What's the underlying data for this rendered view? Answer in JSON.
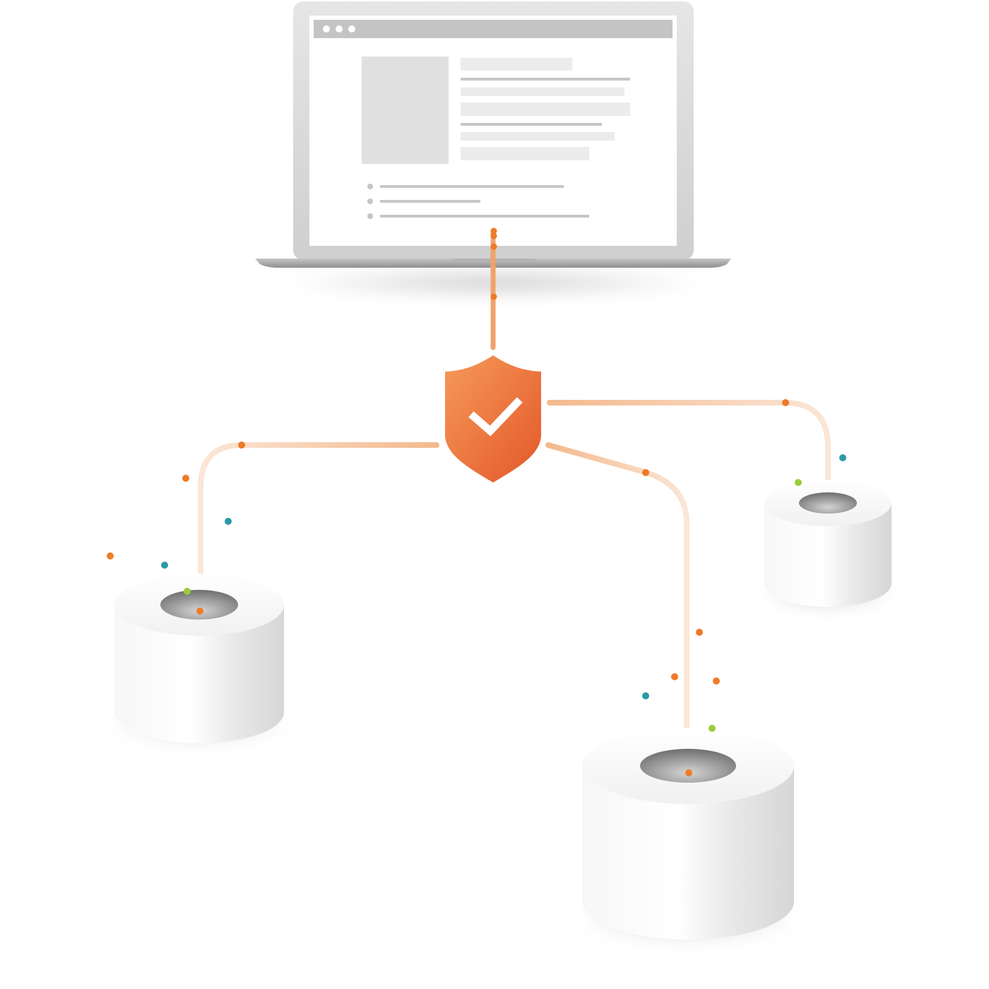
{
  "diagram": {
    "description_free": true,
    "colors": {
      "background": "#ffffff",
      "laptop_frame": "#dcdcdc",
      "laptop_bezel": "#c9c9c9",
      "screen": "#ffffff",
      "browser_bar": "#c3c3c3",
      "placeholder": "#e3e3e3",
      "placeholder_line": "#c4c4c4",
      "connector": "#f3b98d",
      "connector_dot": "#ee7a2a",
      "shield_top": "#f39452",
      "shield_bottom": "#e8622c",
      "check": "#ffffff",
      "cylinder_light": "#ffffff",
      "cylinder_shade": "#e2e2e2",
      "cylinder_hole": "#7d7d7d",
      "particle_teal": "#2a9aa8",
      "particle_green": "#9acc3a",
      "particle_orange": "#f07c28"
    },
    "nodes": [
      {
        "id": "laptop",
        "kind": "laptop-with-browser"
      },
      {
        "id": "gateway",
        "kind": "shield-check-icon"
      },
      {
        "id": "db-left",
        "kind": "database-cylinder"
      },
      {
        "id": "db-bottom",
        "kind": "database-cylinder"
      },
      {
        "id": "db-right",
        "kind": "database-cylinder"
      }
    ],
    "edges": [
      {
        "from": "laptop",
        "to": "gateway"
      },
      {
        "from": "gateway",
        "to": "db-left"
      },
      {
        "from": "gateway",
        "to": "db-bottom"
      },
      {
        "from": "gateway",
        "to": "db-right"
      }
    ]
  }
}
